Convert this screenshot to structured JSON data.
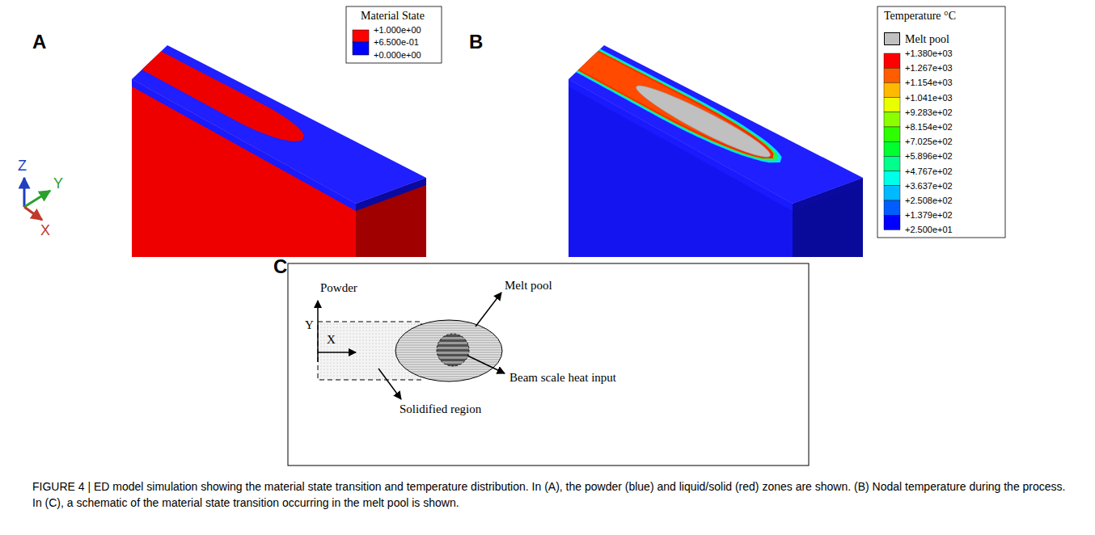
{
  "diagram": {
    "caption": "FIGURE 4 | ED model simulation showing the material state transition and temperature distribution. In (A), the powder (blue) and liquid/solid (red) zones are shown. (B) Nodal temperature during the process. In (C), a schematic of the material state transition occurring in the melt pool is shown.",
    "labels": [
      "A",
      "Material State",
      "+1.000e+00",
      "+6.500e-01",
      "+0.000e+00",
      "Z",
      "Y",
      "X",
      "B",
      "Temperature °C",
      "+1.380e+03",
      "+1.267e+03",
      "+1.154e+03",
      "+1.041e+03",
      "+9.283e+02",
      "+8.154e+02",
      "+7.025e+02",
      "+5.896e+02",
      "+4.767e+02",
      "+3.637e+02",
      "+2.508e+02",
      "+1.379e+02",
      "+2.500e+01",
      "C",
      "Powder",
      "Y",
      "X",
      "Melt pool",
      "Beam scale heat input",
      "Solidified region"
    ],
    "legend": [
      {
        "text": "Melt pool",
        "color": "#c0c0c0"
      }
    ]
  }
}
